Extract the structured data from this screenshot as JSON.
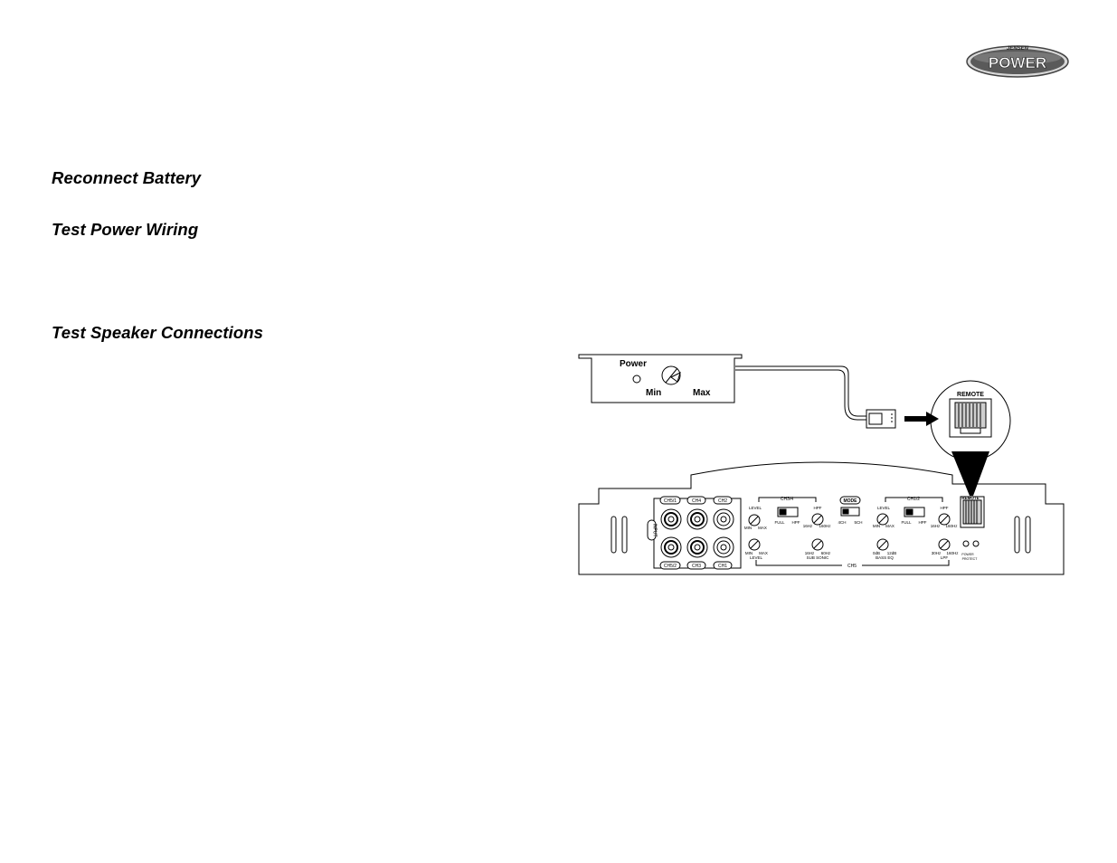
{
  "brand": {
    "maker": "JENSEN",
    "name": "POWER"
  },
  "sections": [
    {
      "heading": "Reconnect Battery"
    },
    {
      "heading": "Test Power Wiring"
    },
    {
      "heading": "Test Speaker Connections"
    }
  ],
  "remote_control": {
    "label": "Power",
    "min": "Min",
    "max": "Max"
  },
  "callout": {
    "label": "REMOTE"
  },
  "amplifier": {
    "input_label": "INPUT",
    "rca_top": [
      "CH5/1",
      "CH4",
      "CH2"
    ],
    "rca_bottom": [
      "CH5/2",
      "CH3",
      "CH1"
    ],
    "ch34": {
      "label": "CH3/4",
      "level": "LEVEL",
      "level_min": "MIN",
      "level_max": "MAX",
      "switch_full": "FULL",
      "switch_hpf": "HPF",
      "hpf": "HPF",
      "hpf_low": "16Hz",
      "hpf_high": "160Hz"
    },
    "mode": {
      "label": "MODE",
      "opt1": "4CH",
      "opt2": "5CH"
    },
    "ch12": {
      "label": "CH1/2",
      "level": "LEVEL",
      "level_min": "MIN",
      "level_max": "MAX",
      "switch_full": "FULL",
      "switch_hpf": "HPF",
      "hpf": "HPF",
      "hpf_low": "16Hz",
      "hpf_high": "160Hz"
    },
    "remote_port": "REMOTE",
    "ch5": {
      "label": "CH5",
      "level_min": "MIN",
      "level_max": "MAX",
      "level": "LEVEL",
      "subsonic_low": "16Hz",
      "subsonic_high": "60Hz",
      "subsonic": "SUB SONIC",
      "basseq_low": "0dB",
      "basseq_high": "12dB",
      "basseq": "BASS EQ",
      "lpf_low": "30Hz",
      "lpf_high": "160Hz",
      "lpf": "LPF"
    },
    "power_led": "POWER",
    "protect_led": "PROTECT"
  }
}
